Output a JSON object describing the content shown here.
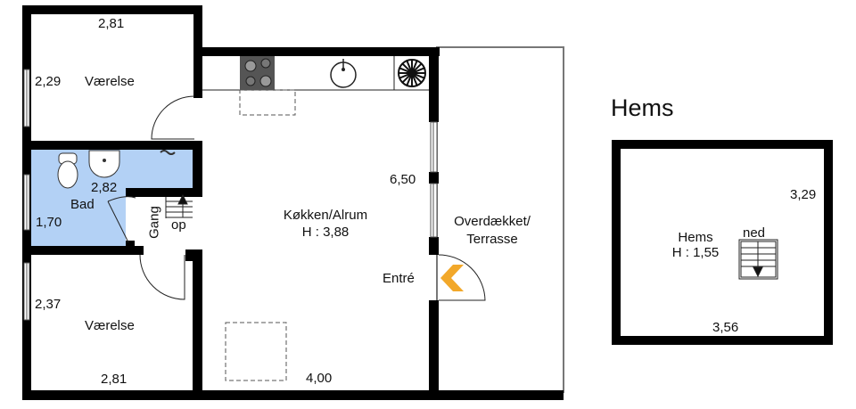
{
  "plan": {
    "background": "#ffffff",
    "wall_color": "#000000",
    "bath_fill": "#b3d1f5",
    "entry_arrow_color": "#f2a82a"
  },
  "rooms": {
    "room_top": {
      "name": "Værelse",
      "width": "2,81",
      "depth": "2,29"
    },
    "bath": {
      "name": "Bad",
      "width": "2,82",
      "depth": "1,70"
    },
    "hall": {
      "name": "Gang",
      "stair_label": "op"
    },
    "room_bottom": {
      "name": "Værelse",
      "depth": "2,37",
      "width": "2,81"
    },
    "kitchen": {
      "name": "Køkken/Alrum",
      "height": "H : 3,88",
      "depth": "6,50",
      "width": "4,00"
    },
    "entry": {
      "name": "Entré"
    },
    "terrace": {
      "line1": "Overdækket/",
      "line2": "Terrasse"
    }
  },
  "loft": {
    "title": "Hems",
    "room_name": "Hems",
    "height": "H : 1,55",
    "stair_label": "ned",
    "depth": "3,29",
    "width": "3,56"
  }
}
